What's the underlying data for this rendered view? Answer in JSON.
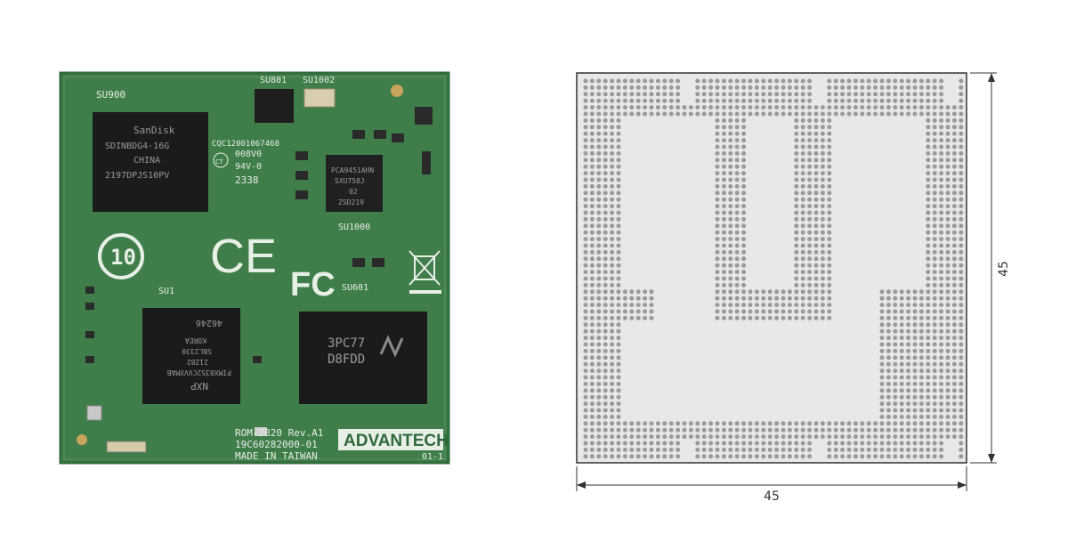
{
  "module_photo": {
    "ref_designators": {
      "emmc": "SU900",
      "su801": "SU801",
      "su1002": "SU1002",
      "su1000": "SU1000",
      "cpu": "SU1",
      "dram": "SU601"
    },
    "emmc_chip_text": [
      "SanDisk",
      "SDINBDG4-16G",
      "CHINA",
      "2197DPJS10PV"
    ],
    "cpu_chip_text": [
      "NXP",
      "PIMX8352CVVXMAB",
      "21Z82",
      "SBL2330",
      "KOREA",
      "46246"
    ],
    "dram_chip_text": [
      "3PC77",
      "D8FDD"
    ],
    "qfn_chip_text": [
      "PCA9451AHN",
      "SXU758J",
      "02",
      "ZSD219"
    ],
    "pcb_text": {
      "serial": "CQC12001067468",
      "line2": "008V0",
      "line3": "94V-0",
      "line4": "2338",
      "model": "ROM-2820 Rev.A1",
      "part_no": "19C60282000-01",
      "origin": "MADE IN TAIWAN",
      "brand": "ADVANTECH",
      "rev_mark": "01-1",
      "rohs_years": "10",
      "ce_mark": "CE",
      "fc_mark": "FC",
      "ct_mark": "CT"
    },
    "colors": {
      "pcb": "#3f7d4b",
      "pcb_edge": "#2f6a3a",
      "chip": "#1b1b1b",
      "silk": "#e8efe6"
    }
  },
  "footprint_drawing": {
    "width_label": "45",
    "height_label": "45",
    "colors": {
      "fill": "#e8e8e8",
      "outline": "#333333",
      "ball": "#9a9a9a"
    }
  }
}
